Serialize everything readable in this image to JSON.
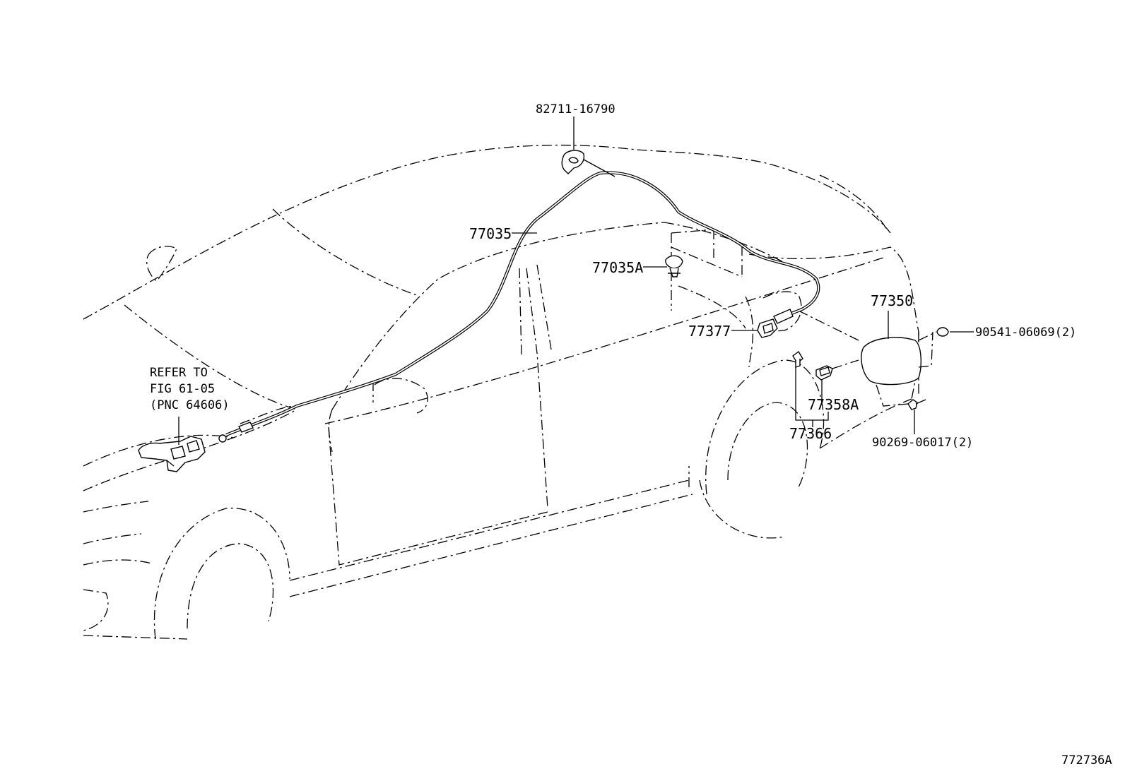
{
  "labels": {
    "p82711": "82711-16790",
    "p77035": "77035",
    "p77035A": "77035A",
    "p77377": "77377",
    "p77350": "77350",
    "p90541": "90541-06069(2)",
    "p77358A": "77358A",
    "p77366": "77366",
    "p90269": "90269-06017(2)",
    "refer_line1": "REFER TO",
    "refer_line2": "FIG 61-05",
    "refer_line3": "(PNC 64606)",
    "figure_id": "772736A"
  }
}
